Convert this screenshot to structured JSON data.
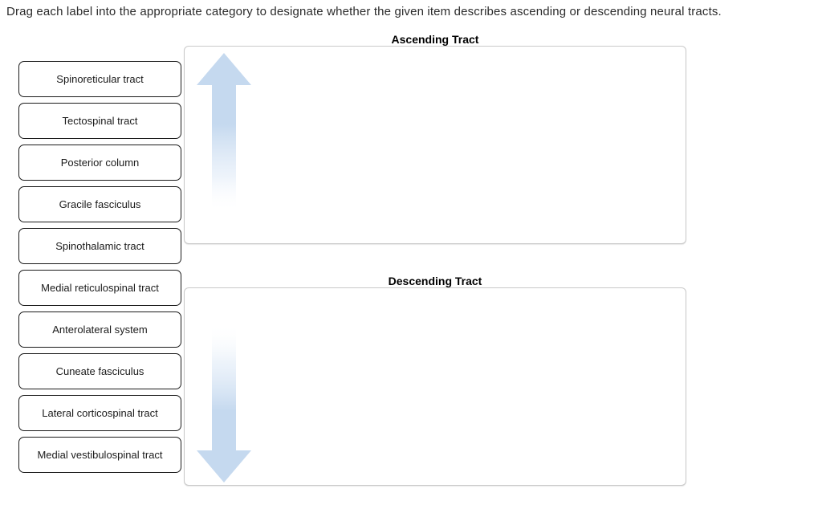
{
  "prompt": {
    "text": "Drag each label into the appropriate category to designate whether the given item describes ascending or descending neural tracts."
  },
  "labels": [
    {
      "id": "spinoreticular-tract",
      "text": "Spinoreticular tract"
    },
    {
      "id": "tectospinal-tract",
      "text": "Tectospinal tract"
    },
    {
      "id": "posterior-column",
      "text": "Posterior column"
    },
    {
      "id": "gracile-fasciculus",
      "text": "Gracile fasciculus"
    },
    {
      "id": "spinothalamic-tract",
      "text": "Spinothalamic tract"
    },
    {
      "id": "medial-reticulospinal-tract",
      "text": "Medial reticulospinal tract"
    },
    {
      "id": "anterolateral-system",
      "text": "Anterolateral system"
    },
    {
      "id": "cuneate-fasciculus",
      "text": "Cuneate fasciculus"
    },
    {
      "id": "lateral-corticospinal-tract",
      "text": "Lateral corticospinal tract"
    },
    {
      "id": "medial-vestibulospinal-tract",
      "text": "Medial vestibulospinal tract"
    }
  ],
  "zones": {
    "ascending": {
      "title": "Ascending Tract",
      "arrow_icon": "arrow-up-icon",
      "dropped_items": []
    },
    "descending": {
      "title": "Descending Tract",
      "arrow_icon": "arrow-down-icon",
      "dropped_items": []
    }
  },
  "colors": {
    "arrow": "#c5d9ef",
    "label_border": "#1b1b1b",
    "zone_border": "#c9c9c9",
    "text": "#2b2b2b",
    "background": "#ffffff"
  }
}
